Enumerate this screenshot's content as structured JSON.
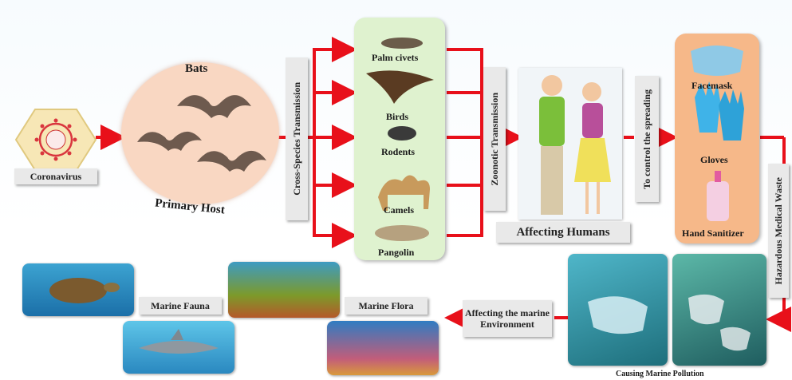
{
  "source": {
    "coronavirus": "Coronavirus"
  },
  "host": {
    "title": "Bats",
    "subtitle": "Primary Host"
  },
  "transmissions": {
    "cross_species": "Cross-Species Transmission",
    "zoonotic": "Zoonotic Transmission"
  },
  "animals": [
    "Palm civets",
    "Birds",
    "Rodents",
    "Camels",
    "Pangolin"
  ],
  "humans": {
    "label": "Affecting Humans"
  },
  "control": {
    "label": "To control the spreading",
    "items": [
      "Facemask",
      "Gloves",
      "Hand Sanitizer"
    ]
  },
  "waste": {
    "label": "Hazardous Medical Waste"
  },
  "pollution": {
    "label": "Causing Marine Pollution"
  },
  "marine": {
    "effect": "Affecting the marine Environment",
    "fauna": "Marine Fauna",
    "flora": "Marine Flora"
  },
  "colors": {
    "arrow": "#e8101a",
    "panel_green": "#dff2cf",
    "panel_orange": "#f6b889",
    "host_circle": "#f9d7c2",
    "label_box": "#e9e9e9"
  }
}
